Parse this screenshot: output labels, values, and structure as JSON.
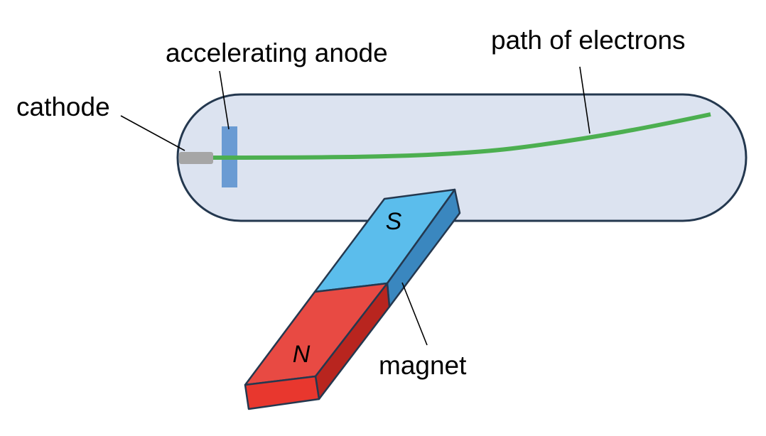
{
  "labels": {
    "cathode": "cathode",
    "anode": "accelerating anode",
    "path": "path of electrons",
    "magnet": "magnet"
  },
  "magnet": {
    "south_pole": "S",
    "north_pole": "N"
  },
  "colors": {
    "tube_fill": "#dce3f0",
    "tube_stroke": "#24384f",
    "cathode": "#a6a6a6",
    "anode": "#6a9bd3",
    "electron_path": "#4caf50",
    "south_top": "#5bbdec",
    "south_side": "#3a87bf",
    "north_top": "#e84a43",
    "north_side": "#b8251f",
    "north_end": "#e8372e",
    "magnet_stroke": "#24384f"
  }
}
